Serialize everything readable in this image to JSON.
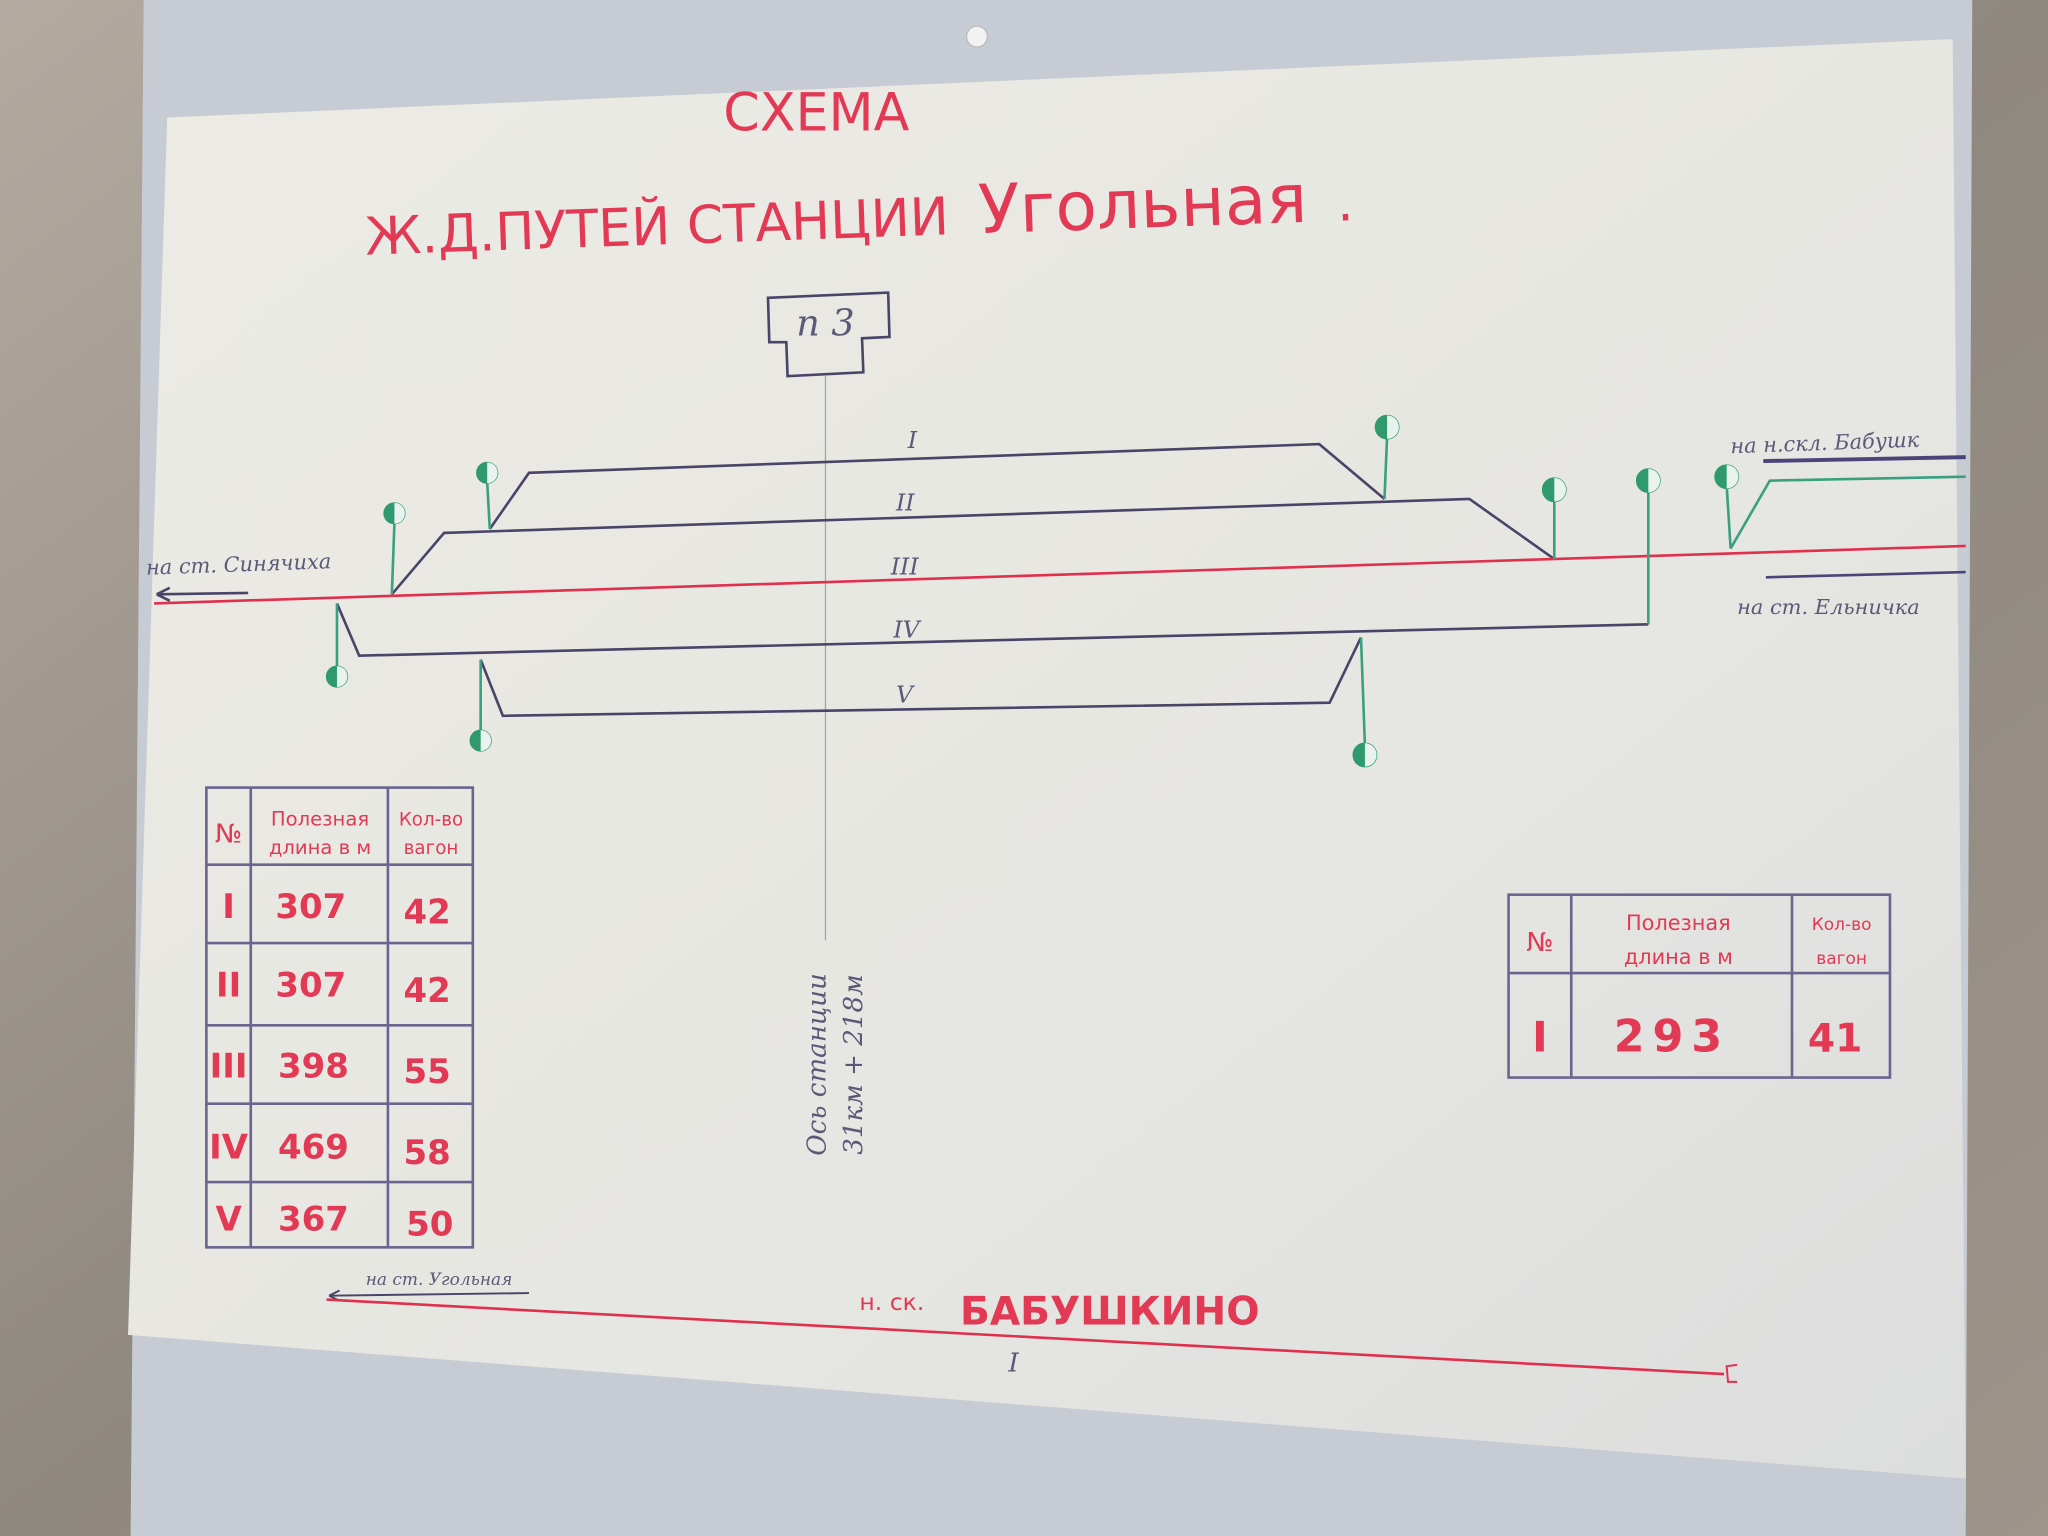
{
  "title": {
    "line1": "СХЕМА",
    "line2_prefix": "Ж.Д.ПУТЕЙ СТАНЦИИ",
    "station": "Угольная",
    "dot": "."
  },
  "post_label": "п 3",
  "tracks": [
    {
      "label": "I"
    },
    {
      "label": "II"
    },
    {
      "label": "III"
    },
    {
      "label": "IV"
    },
    {
      "label": "V"
    }
  ],
  "directions": {
    "left": "на ст. Синячиха",
    "right_top": "на н.скл. Бабушк",
    "right_bottom": "на ст. Ельничка",
    "bottom_left": "на ст. Угольная"
  },
  "axis": {
    "line1": "Ось станции",
    "line2": "31км + 218м"
  },
  "main_table": {
    "headers": [
      "№",
      "Полезная длина в м",
      "Кол-во вагон"
    ],
    "header_lines": [
      [
        "№"
      ],
      [
        "Полезная",
        "длина в м"
      ],
      [
        "Кол-во",
        "вагон"
      ]
    ],
    "rows": [
      [
        "I",
        "307",
        "42"
      ],
      [
        "II",
        "307",
        "42"
      ],
      [
        "III",
        "398",
        "55"
      ],
      [
        "IV",
        "469",
        "58"
      ],
      [
        "V",
        "367",
        "50"
      ]
    ]
  },
  "siding_table": {
    "header_lines": [
      [
        "№"
      ],
      [
        "Полезная",
        "длина в м"
      ],
      [
        "Кол-во",
        "вагон"
      ]
    ],
    "rows": [
      [
        "I",
        "293",
        "41"
      ]
    ]
  },
  "siding": {
    "prefix": "н. ск.",
    "name": "БАБУШКИНО",
    "track": "I"
  },
  "colors": {
    "title": "#e23a55",
    "pen": "#5a5a78",
    "signal": "#2f9a6e",
    "main_line": "#e0304e"
  }
}
